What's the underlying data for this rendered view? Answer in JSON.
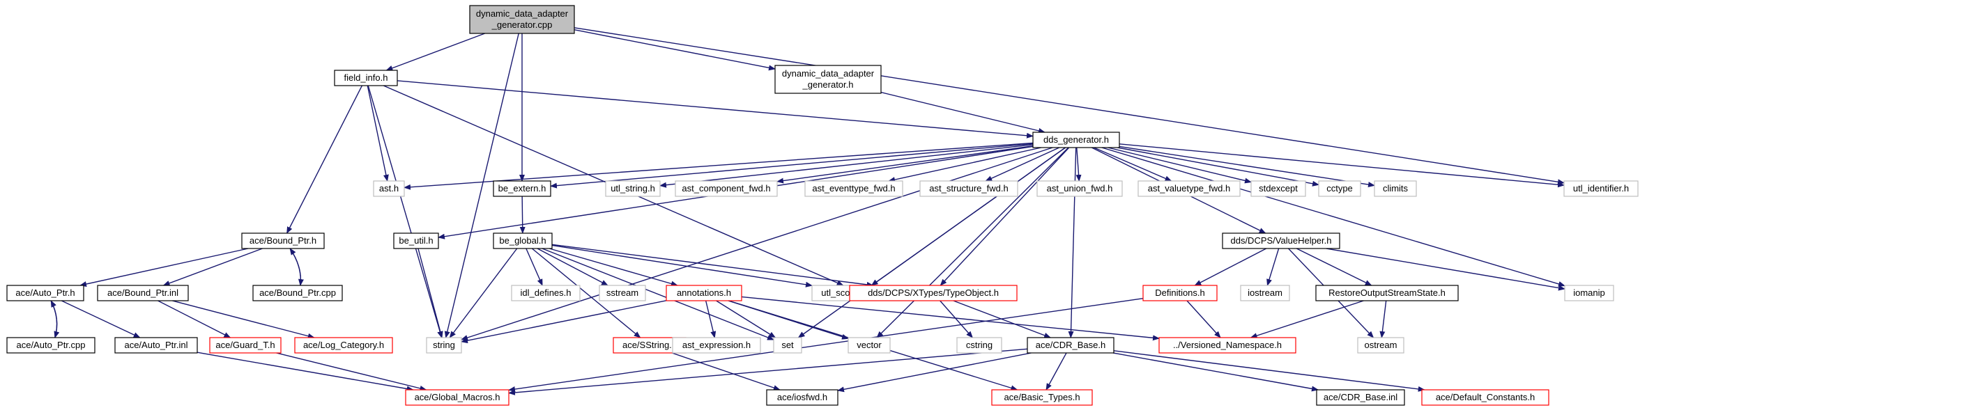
{
  "colors": {
    "edge": "#191970",
    "node_black": "#000000",
    "node_red": "#ff0000",
    "node_gray": "#bfbfbf",
    "root_fill": "#bfbfbf",
    "text": "#000000"
  },
  "nodes": [
    {
      "id": "root",
      "style": "root",
      "lines": [
        "dynamic_data_adapter",
        "_generator.cpp"
      ]
    },
    {
      "id": "field_info",
      "style": "black",
      "lines": [
        "field_info.h"
      ]
    },
    {
      "id": "dda_gen_h",
      "style": "black",
      "lines": [
        "dynamic_data_adapter",
        "_generator.h"
      ]
    },
    {
      "id": "dds_generator",
      "style": "black",
      "lines": [
        "dds_generator.h"
      ]
    },
    {
      "id": "ast_h",
      "style": "gray",
      "lines": [
        "ast.h"
      ]
    },
    {
      "id": "be_extern",
      "style": "black",
      "lines": [
        "be_extern.h"
      ]
    },
    {
      "id": "utl_string",
      "style": "gray",
      "lines": [
        "utl_string.h"
      ]
    },
    {
      "id": "ast_component_fwd",
      "style": "gray",
      "lines": [
        "ast_component_fwd.h"
      ]
    },
    {
      "id": "ast_eventtype_fwd",
      "style": "gray",
      "lines": [
        "ast_eventtype_fwd.h"
      ]
    },
    {
      "id": "ast_structure_fwd",
      "style": "gray",
      "lines": [
        "ast_structure_fwd.h"
      ]
    },
    {
      "id": "ast_union_fwd",
      "style": "gray",
      "lines": [
        "ast_union_fwd.h"
      ]
    },
    {
      "id": "ast_valuetype_fwd",
      "style": "gray",
      "lines": [
        "ast_valuetype_fwd.h"
      ]
    },
    {
      "id": "stdexcept",
      "style": "gray",
      "lines": [
        "stdexcept"
      ]
    },
    {
      "id": "cctype",
      "style": "gray",
      "lines": [
        "cctype"
      ]
    },
    {
      "id": "climits",
      "style": "gray",
      "lines": [
        "climits"
      ]
    },
    {
      "id": "utl_identifier",
      "style": "gray",
      "lines": [
        "utl_identifier.h"
      ]
    },
    {
      "id": "ace_bound_ptr_h",
      "style": "black",
      "lines": [
        "ace/Bound_Ptr.h"
      ]
    },
    {
      "id": "be_util",
      "style": "black",
      "lines": [
        "be_util.h"
      ]
    },
    {
      "id": "be_global",
      "style": "black",
      "lines": [
        "be_global.h"
      ]
    },
    {
      "id": "value_helper",
      "style": "black",
      "lines": [
        "dds/DCPS/ValueHelper.h"
      ]
    },
    {
      "id": "ace_auto_ptr_h",
      "style": "black",
      "lines": [
        "ace/Auto_Ptr.h"
      ]
    },
    {
      "id": "ace_bound_ptr_inl",
      "style": "black",
      "lines": [
        "ace/Bound_Ptr.inl"
      ]
    },
    {
      "id": "ace_bound_ptr_cpp",
      "style": "black",
      "lines": [
        "ace/Bound_Ptr.cpp"
      ]
    },
    {
      "id": "idl_defines",
      "style": "gray",
      "lines": [
        "idl_defines.h"
      ]
    },
    {
      "id": "sstream",
      "style": "gray",
      "lines": [
        "sstream"
      ]
    },
    {
      "id": "annotations",
      "style": "red",
      "lines": [
        "annotations.h"
      ]
    },
    {
      "id": "utl_scoped_name",
      "style": "gray",
      "lines": [
        "utl_scoped_name.h"
      ]
    },
    {
      "id": "type_object",
      "style": "red",
      "lines": [
        "dds/DCPS/XTypes/TypeObject.h"
      ]
    },
    {
      "id": "definitions",
      "style": "red",
      "lines": [
        "Definitions.h"
      ]
    },
    {
      "id": "iostream",
      "style": "gray",
      "lines": [
        "iostream"
      ]
    },
    {
      "id": "restore_oss",
      "style": "black",
      "lines": [
        "RestoreOutputStreamState.h"
      ]
    },
    {
      "id": "iomanip",
      "style": "gray",
      "lines": [
        "iomanip"
      ]
    },
    {
      "id": "ace_auto_ptr_cpp",
      "style": "black",
      "lines": [
        "ace/Auto_Ptr.cpp"
      ]
    },
    {
      "id": "ace_auto_ptr_inl",
      "style": "black",
      "lines": [
        "ace/Auto_Ptr.inl"
      ]
    },
    {
      "id": "ace_guard_t",
      "style": "red",
      "lines": [
        "ace/Guard_T.h"
      ]
    },
    {
      "id": "ace_log_category",
      "style": "red",
      "lines": [
        "ace/Log_Category.h"
      ]
    },
    {
      "id": "string",
      "style": "gray",
      "lines": [
        "string"
      ]
    },
    {
      "id": "ace_sstring",
      "style": "red",
      "lines": [
        "ace/SString.h"
      ]
    },
    {
      "id": "ast_expression",
      "style": "gray",
      "lines": [
        "ast_expression.h"
      ]
    },
    {
      "id": "set",
      "style": "gray",
      "lines": [
        "set"
      ]
    },
    {
      "id": "vector",
      "style": "gray",
      "lines": [
        "vector"
      ]
    },
    {
      "id": "cstring",
      "style": "gray",
      "lines": [
        "cstring"
      ]
    },
    {
      "id": "cdr_base_h",
      "style": "black",
      "lines": [
        "ace/CDR_Base.h"
      ]
    },
    {
      "id": "versioned_ns",
      "style": "red",
      "lines": [
        "../Versioned_Namespace.h"
      ]
    },
    {
      "id": "ostream",
      "style": "gray",
      "lines": [
        "ostream"
      ]
    },
    {
      "id": "ace_global_macros",
      "style": "red",
      "lines": [
        "ace/Global_Macros.h"
      ]
    },
    {
      "id": "ace_iosfwd",
      "style": "black",
      "lines": [
        "ace/iosfwd.h"
      ]
    },
    {
      "id": "ace_basic_types",
      "style": "red",
      "lines": [
        "ace/Basic_Types.h"
      ]
    },
    {
      "id": "cdr_base_inl",
      "style": "black",
      "lines": [
        "ace/CDR_Base.inl"
      ]
    },
    {
      "id": "default_constants",
      "style": "red",
      "lines": [
        "ace/Default_Constants.h"
      ]
    }
  ],
  "edges": [
    [
      "root",
      "field_info"
    ],
    [
      "root",
      "dda_gen_h"
    ],
    [
      "root",
      "be_extern"
    ],
    [
      "root",
      "utl_identifier"
    ],
    [
      "root",
      "string"
    ],
    [
      "field_info",
      "dds_generator"
    ],
    [
      "field_info",
      "ast_h"
    ],
    [
      "field_info",
      "ace_bound_ptr_h"
    ],
    [
      "field_info",
      "string"
    ],
    [
      "field_info",
      "utl_scoped_name"
    ],
    [
      "dda_gen_h",
      "dds_generator"
    ],
    [
      "dds_generator",
      "ast_h"
    ],
    [
      "dds_generator",
      "be_extern"
    ],
    [
      "dds_generator",
      "utl_string"
    ],
    [
      "dds_generator",
      "ast_component_fwd"
    ],
    [
      "dds_generator",
      "ast_eventtype_fwd"
    ],
    [
      "dds_generator",
      "ast_structure_fwd"
    ],
    [
      "dds_generator",
      "ast_union_fwd"
    ],
    [
      "dds_generator",
      "ast_valuetype_fwd"
    ],
    [
      "dds_generator",
      "stdexcept"
    ],
    [
      "dds_generator",
      "cctype"
    ],
    [
      "dds_generator",
      "climits"
    ],
    [
      "dds_generator",
      "utl_identifier"
    ],
    [
      "dds_generator",
      "be_util"
    ],
    [
      "dds_generator",
      "string"
    ],
    [
      "dds_generator",
      "utl_scoped_name"
    ],
    [
      "dds_generator",
      "value_helper"
    ],
    [
      "dds_generator",
      "set"
    ],
    [
      "dds_generator",
      "vector"
    ],
    [
      "dds_generator",
      "type_object"
    ],
    [
      "dds_generator",
      "cdr_base_h"
    ],
    [
      "dds_generator",
      "iomanip"
    ],
    [
      "be_extern",
      "be_global"
    ],
    [
      "be_util",
      "string"
    ],
    [
      "be_global",
      "idl_defines"
    ],
    [
      "be_global",
      "sstream"
    ],
    [
      "be_global",
      "annotations"
    ],
    [
      "be_global",
      "utl_scoped_name"
    ],
    [
      "be_global",
      "ace_sstring"
    ],
    [
      "be_global",
      "string"
    ],
    [
      "be_global",
      "set"
    ],
    [
      "be_global",
      "type_object"
    ],
    [
      "ace_bound_ptr_h",
      "ace_auto_ptr_h"
    ],
    [
      "ace_bound_ptr_h",
      "ace_bound_ptr_inl"
    ],
    [
      "ace_bound_ptr_h",
      "ace_bound_ptr_cpp"
    ],
    [
      "ace_bound_ptr_cpp",
      "ace_bound_ptr_h"
    ],
    [
      "ace_auto_ptr_h",
      "ace_auto_ptr_cpp"
    ],
    [
      "ace_auto_ptr_h",
      "ace_auto_ptr_inl"
    ],
    [
      "ace_auto_ptr_cpp",
      "ace_auto_ptr_h"
    ],
    [
      "ace_bound_ptr_inl",
      "ace_guard_t"
    ],
    [
      "ace_bound_ptr_inl",
      "ace_log_category"
    ],
    [
      "ace_auto_ptr_inl",
      "ace_global_macros"
    ],
    [
      "ace_guard_t",
      "ace_global_macros"
    ],
    [
      "annotations",
      "string"
    ],
    [
      "annotations",
      "ast_expression"
    ],
    [
      "annotations",
      "set"
    ],
    [
      "annotations",
      "vector"
    ],
    [
      "annotations",
      "versioned_ns"
    ],
    [
      "annotations",
      "ace_basic_types"
    ],
    [
      "ace_sstring",
      "ace_iosfwd"
    ],
    [
      "type_object",
      "cstring"
    ],
    [
      "type_object",
      "cdr_base_h"
    ],
    [
      "value_helper",
      "definitions"
    ],
    [
      "value_helper",
      "iostream"
    ],
    [
      "value_helper",
      "restore_oss"
    ],
    [
      "value_helper",
      "iomanip"
    ],
    [
      "value_helper",
      "ostream"
    ],
    [
      "definitions",
      "versioned_ns"
    ],
    [
      "definitions",
      "ace_global_macros"
    ],
    [
      "restore_oss",
      "versioned_ns"
    ],
    [
      "restore_oss",
      "ostream"
    ],
    [
      "cdr_base_h",
      "ace_global_macros"
    ],
    [
      "cdr_base_h",
      "ace_iosfwd"
    ],
    [
      "cdr_base_h",
      "ace_basic_types"
    ],
    [
      "cdr_base_h",
      "cdr_base_inl"
    ],
    [
      "cdr_base_h",
      "default_constants"
    ]
  ]
}
